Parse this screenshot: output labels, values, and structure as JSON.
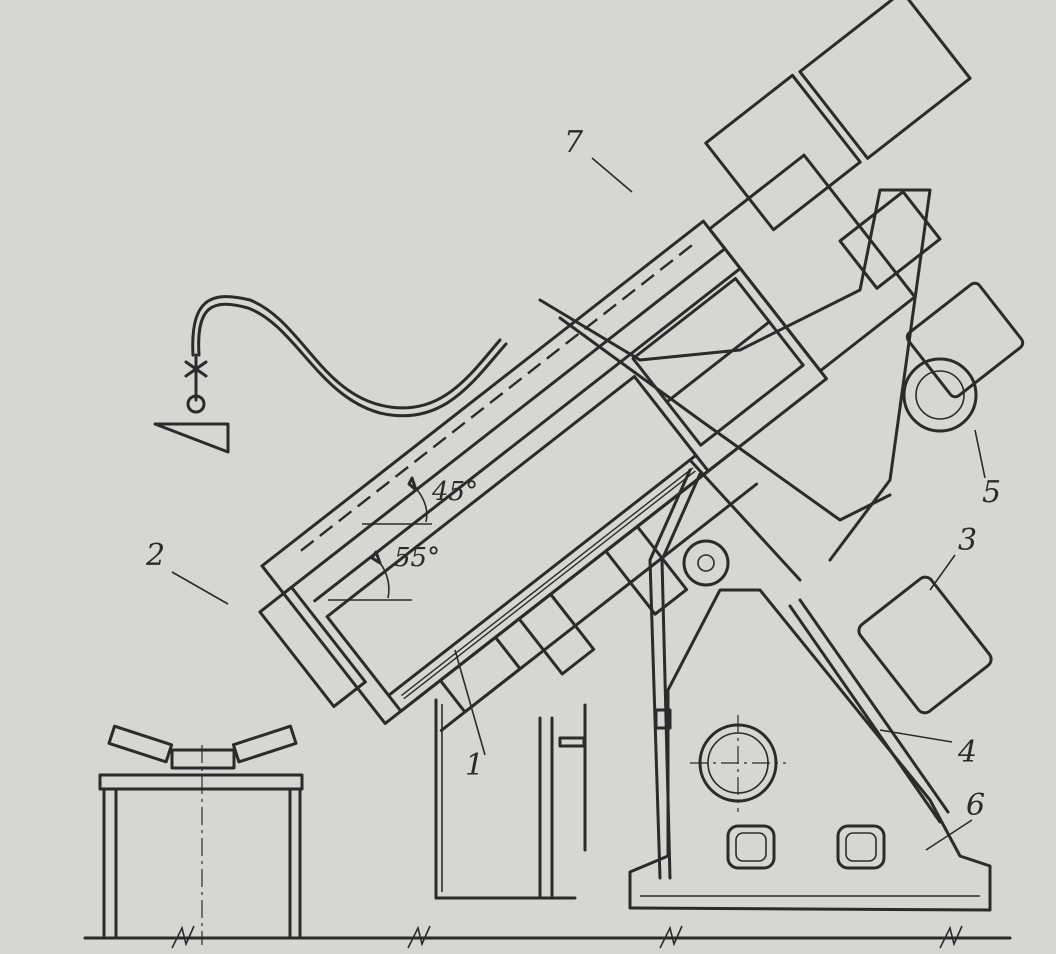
{
  "labels": {
    "l1": "1",
    "l2": "2",
    "l3": "3",
    "l4": "4",
    "l5": "5",
    "l6": "6",
    "l7": "7"
  },
  "angles": {
    "a45": "45°",
    "a55": "55°"
  },
  "colors": {
    "paper": "#d6d6d2",
    "ink": "#2b2b2b"
  }
}
